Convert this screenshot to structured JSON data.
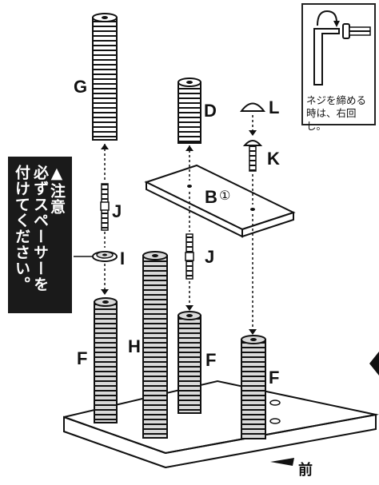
{
  "labels": {
    "G": "G",
    "D": "D",
    "L": "L",
    "K": "K",
    "B": "B",
    "B_circle": "①",
    "J1": "J",
    "J2": "J",
    "I": "I",
    "H": "H",
    "F1": "F",
    "F2": "F",
    "F3": "F",
    "front": "前"
  },
  "warning": {
    "title": "注意",
    "line1": "必ずスペーサーを",
    "line2": "付けてください。"
  },
  "tip": {
    "line1": "ネジを締める",
    "line2": "時は、右回し。"
  }
}
